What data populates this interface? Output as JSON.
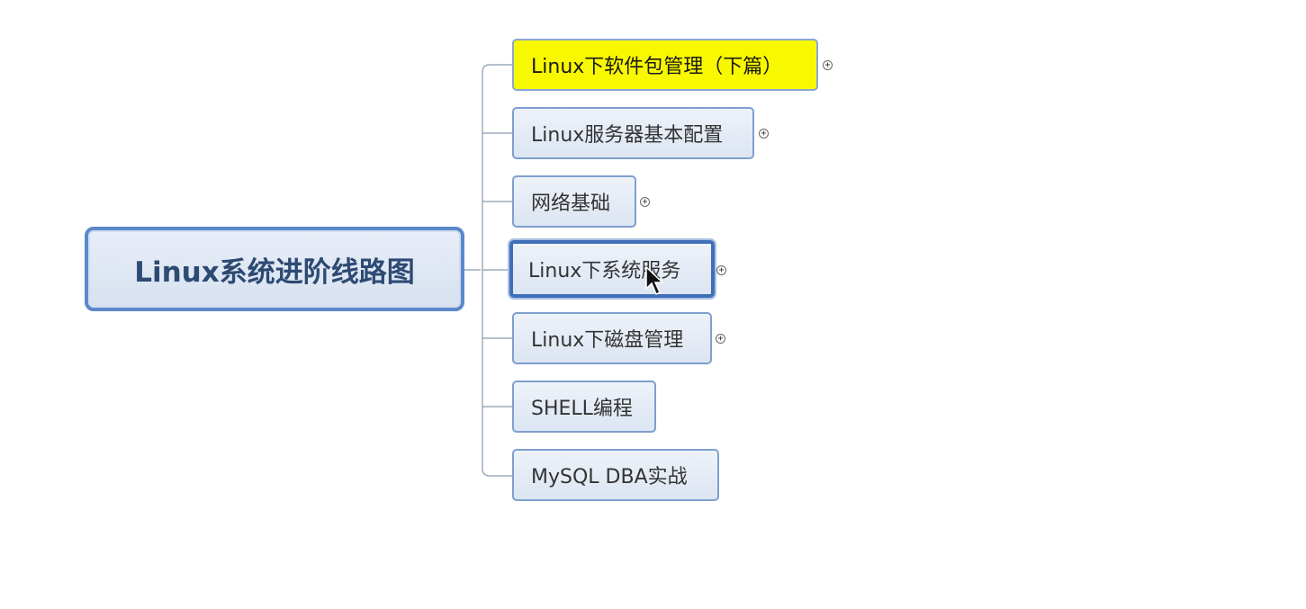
{
  "root": {
    "label": "Linux系统进阶线路图"
  },
  "branches": [
    {
      "label": "Linux下软件包管理（下篇）",
      "highlight": true,
      "selected": false,
      "collapsed": true
    },
    {
      "label": "Linux服务器基本配置",
      "highlight": false,
      "selected": false,
      "collapsed": true
    },
    {
      "label": "网络基础",
      "highlight": false,
      "selected": false,
      "collapsed": true
    },
    {
      "label": "Linux下系统服务",
      "highlight": false,
      "selected": true,
      "collapsed": true
    },
    {
      "label": "Linux下磁盘管理",
      "highlight": false,
      "selected": false,
      "collapsed": true
    },
    {
      "label": "SHELL编程",
      "highlight": false,
      "selected": false,
      "collapsed": false
    },
    {
      "label": "MySQL DBA实战",
      "highlight": false,
      "selected": false,
      "collapsed": false
    }
  ],
  "expand_icon": "+",
  "colors": {
    "highlight": "#f8f800",
    "border": "#7e9fcf",
    "root_border": "#5b88c9",
    "text": "#333333"
  }
}
